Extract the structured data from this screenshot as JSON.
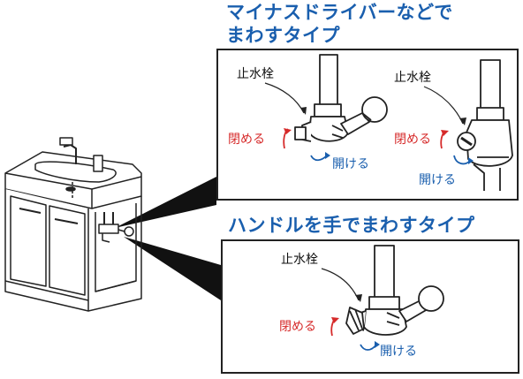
{
  "heading_screwdriver": [
    "マイナスドライバーなどで",
    "まわすタイプ"
  ],
  "heading_handle": "ハンドルを手でまわすタイプ",
  "labels": {
    "stop_valve": "止水栓",
    "close": "閉める",
    "open": "開ける"
  },
  "colors": {
    "heading": "#1a5fae",
    "close": "#d62a2a",
    "open": "#1a5fae",
    "line": "#222222"
  }
}
